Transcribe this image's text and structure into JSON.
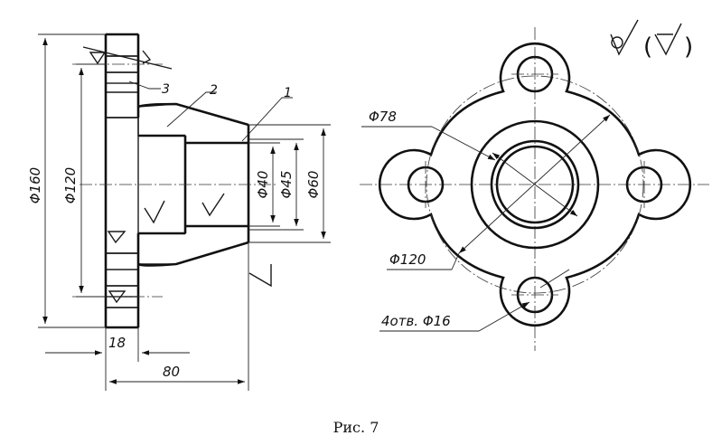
{
  "caption": "Рис. 7",
  "roughness_note": {
    "symbols": "(",
    "close": ")"
  },
  "section_view": {
    "dimensions": {
      "flange_diameter": "Φ160",
      "bolt_circle": "Φ120",
      "bore_small": "Φ40",
      "bore_mid": "Φ45",
      "hub_outer": "Φ60",
      "flange_thickness": "18",
      "overall_length": "80"
    },
    "leaders": [
      "1",
      "2",
      "3"
    ]
  },
  "plan_view": {
    "dimensions": {
      "hub_diameter": "Φ78",
      "bolt_circle": "Φ120",
      "holes": "4отв. Φ16"
    }
  }
}
